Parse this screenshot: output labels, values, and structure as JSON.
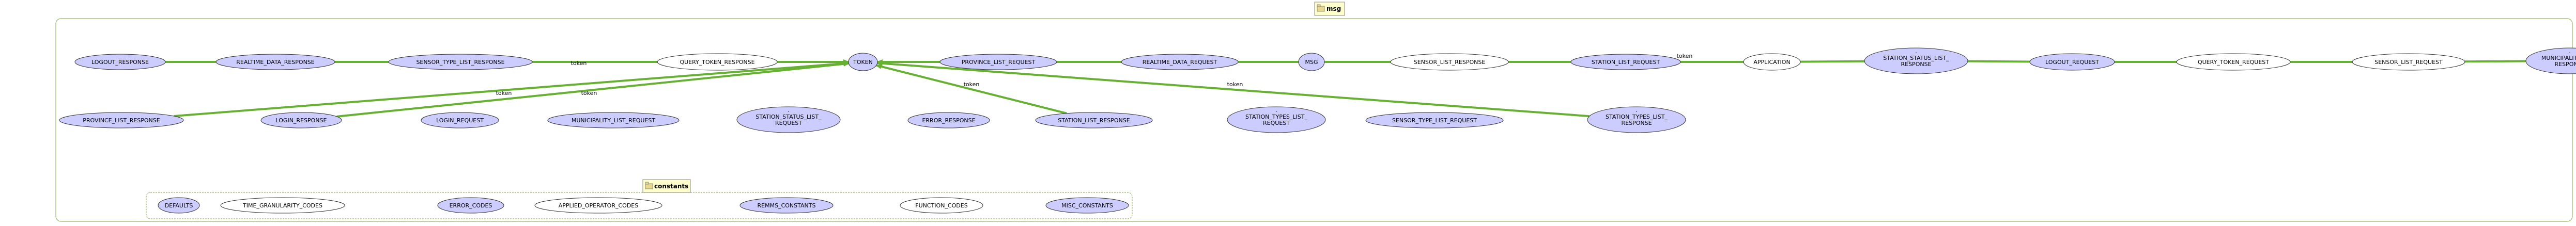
{
  "packages": {
    "msg": {
      "title": "msg"
    },
    "constants": {
      "title": "constants"
    }
  },
  "colors": {
    "node_fill_blue": "#ccccff",
    "node_fill_white": "#ffffff",
    "edge": "#66b032",
    "package_border": "#9ab56a",
    "package_tab": "#ffffcc"
  },
  "edge_label": "token",
  "msg_nodes": [
    {
      "id": "logout_response",
      "label": "LOGOUT_RESPONSE",
      "fill": "blue"
    },
    {
      "id": "realtime_data_response",
      "label": "REALTIME_DATA_RESPONSE",
      "fill": "blue"
    },
    {
      "id": "sensor_type_list_response",
      "label": "SENSOR_TYPE_LIST_RESPONSE",
      "fill": "blue"
    },
    {
      "id": "query_token_response",
      "label": "QUERY_TOKEN_RESPONSE",
      "fill": "white"
    },
    {
      "id": "token",
      "label": "TOKEN",
      "fill": "blue"
    },
    {
      "id": "province_list_request",
      "label": "PROVINCE_LIST_REQUEST",
      "fill": "blue"
    },
    {
      "id": "realtime_data_request",
      "label": "REALTIME_DATA_REQUEST",
      "fill": "blue"
    },
    {
      "id": "msg",
      "label": "MSG",
      "fill": "blue"
    },
    {
      "id": "sensor_list_response",
      "label": "SENSOR_LIST_RESPONSE",
      "fill": "white"
    },
    {
      "id": "station_list_request",
      "label": "STATION_LIST_REQUEST",
      "fill": "blue"
    },
    {
      "id": "application",
      "label": "APPLICATION",
      "fill": "white"
    },
    {
      "id": "station_status_list_response",
      "label": "STATION_STATUS_LIST_\nRESPONSE",
      "fill": "blue"
    },
    {
      "id": "logout_request",
      "label": "LOGOUT_REQUEST",
      "fill": "blue"
    },
    {
      "id": "query_token_request",
      "label": "QUERY_TOKEN_REQUEST",
      "fill": "white"
    },
    {
      "id": "sensor_list_request",
      "label": "SENSOR_LIST_REQUEST",
      "fill": "white"
    },
    {
      "id": "municipality_list_response",
      "label": "MUNICIPALITY_LIST_\nRESPONSE",
      "fill": "blue"
    },
    {
      "id": "province_list_response",
      "label": "PROVINCE_LIST_RESPONSE",
      "fill": "blue"
    },
    {
      "id": "login_response",
      "label": "LOGIN_RESPONSE",
      "fill": "blue"
    },
    {
      "id": "login_request",
      "label": "LOGIN_REQUEST",
      "fill": "blue"
    },
    {
      "id": "municipality_list_request",
      "label": "MUNICIPALITY_LIST_REQUEST",
      "fill": "blue"
    },
    {
      "id": "station_status_list_request",
      "label": "STATION_STATUS_LIST_\nREQUEST",
      "fill": "blue"
    },
    {
      "id": "error_response",
      "label": "ERROR_RESPONSE",
      "fill": "blue"
    },
    {
      "id": "station_list_response",
      "label": "STATION_LIST_RESPONSE",
      "fill": "blue"
    },
    {
      "id": "station_types_list_request",
      "label": "STATION_TYPES_LIST_\nREQUEST",
      "fill": "blue"
    },
    {
      "id": "sensor_type_list_request",
      "label": "SENSOR_TYPE_LIST_REQUEST",
      "fill": "blue"
    },
    {
      "id": "station_types_list_response",
      "label": "STATION_TYPES_LIST_\nRESPONSE",
      "fill": "blue"
    }
  ],
  "constants_nodes": [
    {
      "id": "defaults",
      "label": "DEFAULTS",
      "fill": "blue"
    },
    {
      "id": "time_granularity_codes",
      "label": "TIME_GRANULARITY_CODES",
      "fill": "white"
    },
    {
      "id": "error_codes",
      "label": "ERROR_CODES",
      "fill": "blue"
    },
    {
      "id": "applied_operator_codes",
      "label": "APPLIED_OPERATOR_CODES",
      "fill": "white"
    },
    {
      "id": "remms_constants",
      "label": "REMMS_CONSTANTS",
      "fill": "blue"
    },
    {
      "id": "function_codes",
      "label": "FUNCTION_CODES",
      "fill": "white"
    },
    {
      "id": "misc_constants",
      "label": "MISC_CONSTANTS",
      "fill": "blue"
    }
  ]
}
